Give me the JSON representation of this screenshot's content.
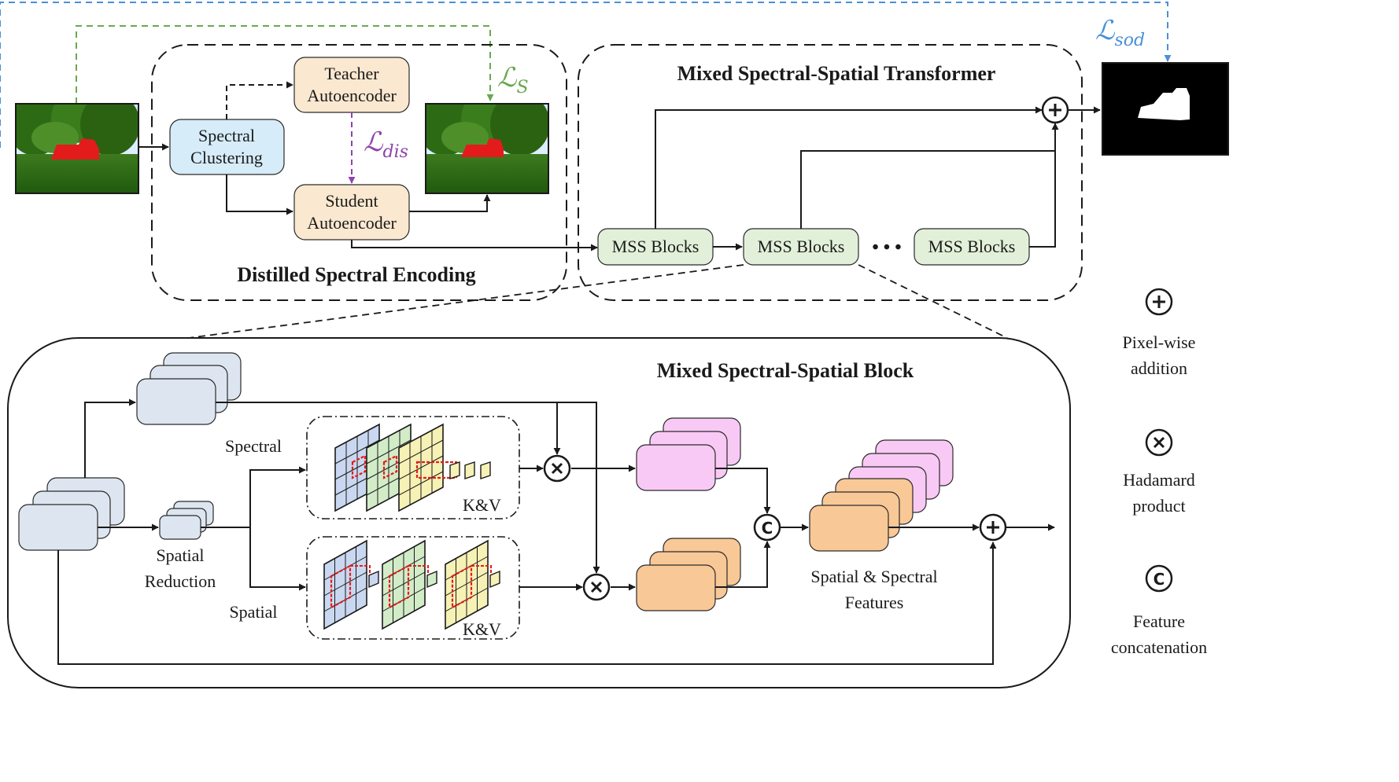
{
  "sections": {
    "dse_title": "Distilled Spectral Encoding",
    "msst_title": "Mixed Spectral-Spatial Transformer",
    "mssb_title": "Mixed Spectral-Spatial Block"
  },
  "nodes": {
    "spectral_clustering": [
      "Spectral",
      "Clustering"
    ],
    "teacher": [
      "Teacher",
      "Autoencoder"
    ],
    "student": [
      "Student",
      "Autoencoder"
    ],
    "mss_blocks": "MSS Blocks",
    "ellipsis": "• • •"
  },
  "losses": {
    "sod": {
      "main": "ℒ",
      "sub": "sod"
    },
    "s": {
      "main": "ℒ",
      "sub": "S"
    },
    "dis": {
      "main": "ℒ",
      "sub": "dis"
    }
  },
  "block": {
    "spectral_label": "Spectral",
    "spatial_label": "Spatial",
    "spatial_reduction": [
      "Spatial",
      "Reduction"
    ],
    "kv": "K&V",
    "features": [
      "Spatial & Spectral",
      "Features"
    ]
  },
  "legend": {
    "items": [
      {
        "symbol": "+",
        "label": [
          "Pixel-wise",
          "addition"
        ]
      },
      {
        "symbol": "×",
        "label": [
          "Hadamard",
          "product"
        ]
      },
      {
        "symbol": "C",
        "label": [
          "Feature",
          "concatenation"
        ]
      }
    ]
  },
  "colors": {
    "blue_loss": "#4a90d9",
    "green_loss": "#6aa84f",
    "purple_loss": "#8e44ad",
    "clustering_fill": "#d6ecf8",
    "autoencoder_fill": "#fbe8d0",
    "mss_fill": "#e2f0d9",
    "light_blue_block": "#dde6f0",
    "pink_block": "#f9c9f5",
    "orange_block": "#f8c896"
  }
}
